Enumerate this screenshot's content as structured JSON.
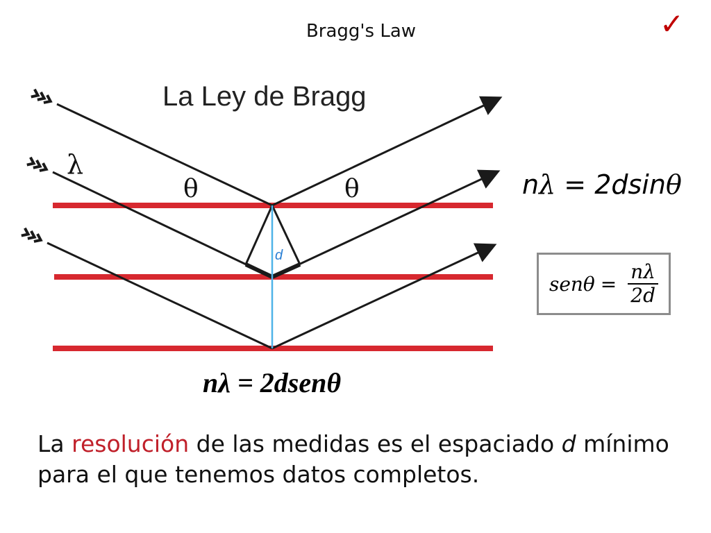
{
  "slide": {
    "title": "Bragg's Law",
    "check_glyph": "✓"
  },
  "diagram": {
    "heading": "La Ley de Bragg",
    "wavelength_symbol": "λ",
    "angle_left_symbol": "θ",
    "angle_right_symbol": "θ",
    "spacing_label": "d",
    "incoming_arrow_marks": ">>>",
    "colors": {
      "planes": "#d7282f",
      "rays": "#1a1a1a",
      "spacing_line": "#4fb3e8",
      "spacing_label": "#2a7fd4"
    }
  },
  "formulas": {
    "right": {
      "n": "n",
      "lambda": "λ",
      "equals": " = ",
      "rhs": "2dsin",
      "theta": "θ"
    },
    "boxed": {
      "lhs": "senθ",
      "equals": "=",
      "numerator": "nλ",
      "denominator": "2d"
    },
    "bottom": {
      "text": "nλ = 2dsenθ"
    }
  },
  "caption": {
    "part1": "La ",
    "highlight": "resolución",
    "part2": " de las medidas es el espaciado ",
    "variable": "d",
    "part3": " mínimo para el que tenemos datos completos."
  }
}
